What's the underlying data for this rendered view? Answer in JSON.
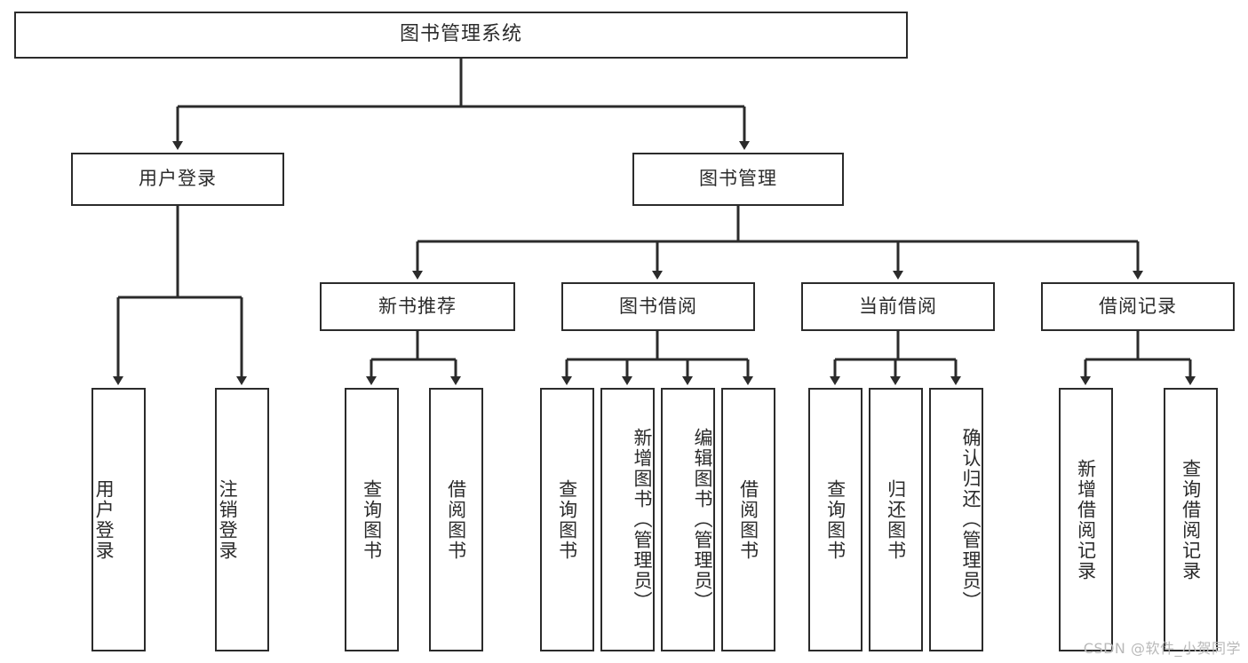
{
  "diagram": {
    "title": "图书管理系统",
    "type": "hierarchy-tree",
    "line_color": "#2b2b2b",
    "box_fill": "#ffffff",
    "watermark": "CSDN @软件_小贺同学"
  },
  "nodes": {
    "root": {
      "label": "图书管理系统",
      "level": 0
    },
    "level1": [
      {
        "id": "user-login",
        "label": "用户登录"
      },
      {
        "id": "book-management",
        "label": "图书管理"
      }
    ],
    "level2": [
      {
        "id": "new-book-recommend",
        "label": "新书推荐"
      },
      {
        "id": "book-borrow",
        "label": "图书借阅"
      },
      {
        "id": "current-borrow",
        "label": "当前借阅"
      },
      {
        "id": "borrow-record",
        "label": "借阅记录"
      }
    ],
    "leaves": [
      {
        "id": "leaf-user-login",
        "label": "用户登录",
        "parent": "user-login"
      },
      {
        "id": "leaf-logout-login",
        "label": "注销登录",
        "parent": "user-login"
      },
      {
        "id": "leaf-query-book-1",
        "label": "查询图书",
        "parent": "new-book-recommend"
      },
      {
        "id": "leaf-borrow-book-1",
        "label": "借阅图书",
        "parent": "new-book-recommend"
      },
      {
        "id": "leaf-query-book-2",
        "label": "查询图书",
        "parent": "book-borrow"
      },
      {
        "id": "leaf-add-book",
        "label": "新增图书（管理员）",
        "parent": "book-borrow"
      },
      {
        "id": "leaf-edit-book",
        "label": "编辑图书（管理员）",
        "parent": "book-borrow"
      },
      {
        "id": "leaf-borrow-book-2",
        "label": "借阅图书",
        "parent": "book-borrow"
      },
      {
        "id": "leaf-query-book-3",
        "label": "查询图书",
        "parent": "current-borrow"
      },
      {
        "id": "leaf-return-book",
        "label": "归还图书",
        "parent": "current-borrow"
      },
      {
        "id": "leaf-confirm-return",
        "label": "确认归还（管理员）",
        "parent": "current-borrow"
      },
      {
        "id": "leaf-add-record",
        "label": "新增借阅记录",
        "parent": "borrow-record"
      },
      {
        "id": "leaf-query-record",
        "label": "查询借阅记录",
        "parent": "borrow-record"
      }
    ]
  }
}
